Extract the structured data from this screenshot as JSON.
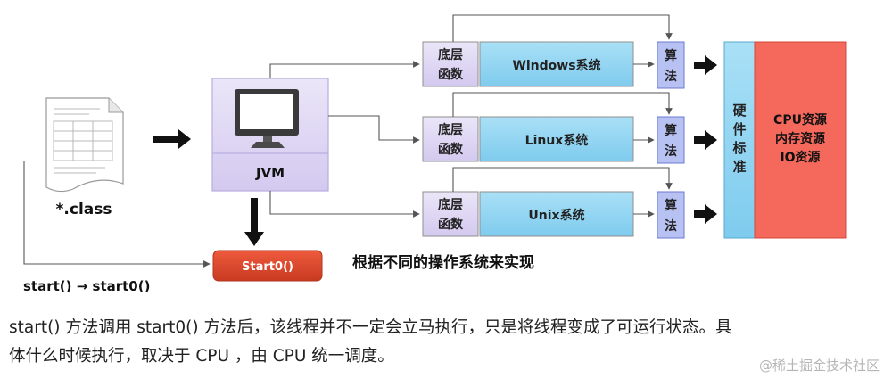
{
  "diagram": {
    "class_file_label": "*.class",
    "jvm_label": "JVM",
    "start0_button_label": "Start0()",
    "start_call_label": "start() → start0()",
    "os_rows": [
      {
        "bottom_func_line1": "底层",
        "bottom_func_line2": "函数",
        "os_name": "Windows系统",
        "algo_line1": "算",
        "algo_line2": "法"
      },
      {
        "bottom_func_line1": "底层",
        "bottom_func_line2": "函数",
        "os_name": "Linux系统",
        "algo_line1": "算",
        "algo_line2": "法"
      },
      {
        "bottom_func_line1": "底层",
        "bottom_func_line2": "函数",
        "os_name": "Unix系统",
        "algo_line1": "算",
        "algo_line2": "法"
      }
    ],
    "hardware_standard": [
      "硬",
      "件",
      "标",
      "准"
    ],
    "resources": [
      "CPU资源",
      "内存资源",
      "IO资源"
    ],
    "caption": "根据不同的操作系统来实现"
  },
  "description": {
    "line1": "start() 方法调用 start0() 方法后，该线程并不一定会立马执行，只是将线程变成了可运行状态。具",
    "line2": "体什么时候执行，取决于 CPU ，由 CPU 统一调度。"
  },
  "watermark": "@稀土掘金技术社区",
  "colors": {
    "box_fill_purple": "#ddd5f2",
    "box_fill_blue": "#8bd3f0",
    "algo_fill": "#b7c1f2",
    "resource_fill": "#f5685c",
    "start0_fill": "#e0462c"
  }
}
